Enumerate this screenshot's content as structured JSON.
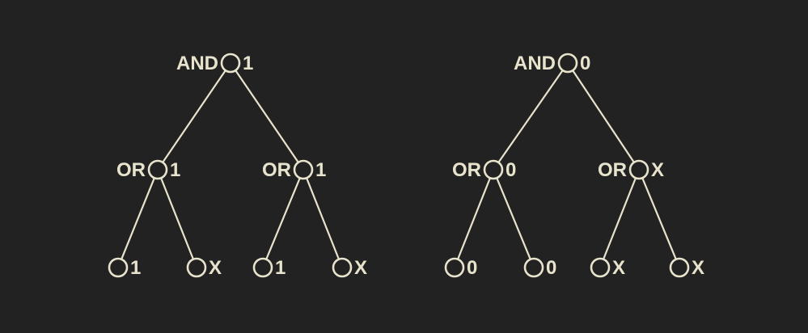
{
  "colors": {
    "background": "#222222",
    "stroke": "#e8e3cc",
    "text": "#e8e3cc"
  },
  "trees": [
    {
      "root": {
        "label": "AND",
        "value": "1",
        "children": [
          {
            "label": "OR",
            "value": "1",
            "children": [
              {
                "label": "",
                "value": "1"
              },
              {
                "label": "",
                "value": "X"
              }
            ]
          },
          {
            "label": "OR",
            "value": "1",
            "children": [
              {
                "label": "",
                "value": "1"
              },
              {
                "label": "",
                "value": "X"
              }
            ]
          }
        ]
      }
    },
    {
      "root": {
        "label": "AND",
        "value": "0",
        "children": [
          {
            "label": "OR",
            "value": "0",
            "children": [
              {
                "label": "",
                "value": "0"
              },
              {
                "label": "",
                "value": "0"
              }
            ]
          },
          {
            "label": "OR",
            "value": "X",
            "children": [
              {
                "label": "",
                "value": "X"
              },
              {
                "label": "",
                "value": "X"
              }
            ]
          }
        ]
      }
    }
  ]
}
